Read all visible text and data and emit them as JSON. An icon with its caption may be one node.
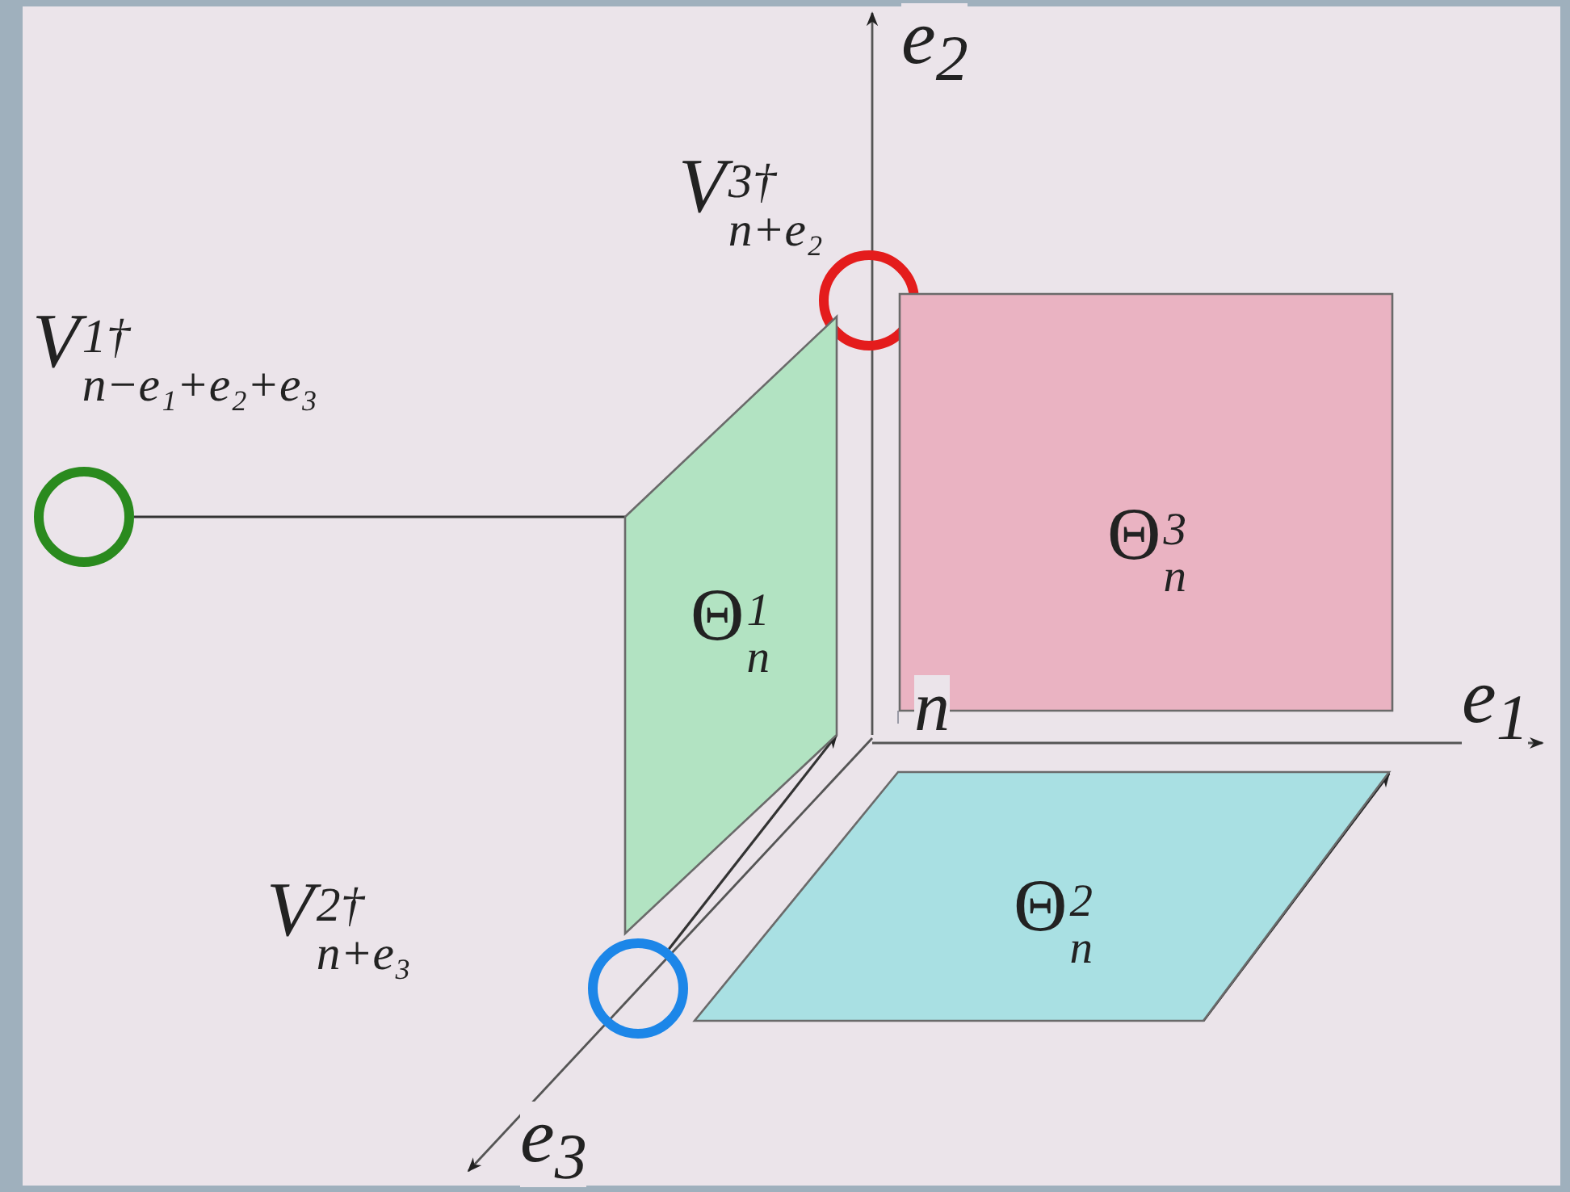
{
  "diagram": {
    "nodes": [
      {
        "text": [],
        "shape": "circle",
        "beside": [
          "V$^{3†}$$_{n+e₂}$"
        ]
      },
      {
        "text": [],
        "shape": "circle",
        "beside": [
          "V$^{1†}$$_{n−e₁+e₂+e₃}$"
        ]
      },
      {
        "text": [
          "Θ$^{3}$$_{n}$"
        ]
      },
      {
        "text": [
          "Θ$^{1}$$_{n}$"
        ]
      },
      {
        "text": [
          "Θ$^{2}$$_{n}$"
        ]
      },
      {
        "text": [],
        "shape": "circle",
        "beside": [
          "V$^{2†}$$_{n+e₃}$"
        ]
      }
    ],
    "edges": [
      {
        "from": 1,
        "to": 3,
        "arrow": "none"
      },
      {
        "from": 5,
        "to": 3,
        "arrow": "to"
      }
    ],
    "labels": [
      "e$_{2}$",
      "e$_{1}$",
      "n",
      "e$_{3}$"
    ]
  }
}
